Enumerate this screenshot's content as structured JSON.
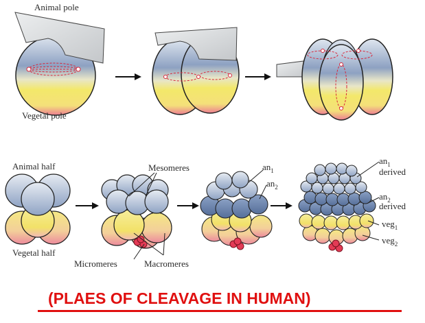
{
  "labels": {
    "animal_pole": "Animal pole",
    "vegetal_pole": "Vegetal pole",
    "animal_half": "Animal half",
    "vegetal_half": "Vegetal half",
    "mesomeres": "Mesomeres",
    "micromeres": "Micromeres",
    "macromeres": "Macromeres",
    "an1": "an",
    "an1_sub": "1",
    "an2": "an",
    "an2_sub": "2",
    "an1_derived": "an",
    "an1_derived_sub": "1",
    "an1_derived_word": "derived",
    "an2_derived": "an",
    "an2_derived_sub": "2",
    "an2_derived_word": "derived",
    "veg1": "veg",
    "veg1_sub": "1",
    "veg2": "veg",
    "veg2_sub": "2"
  },
  "caption": "(PLAES OF CLEAVAGE IN HUMAN)",
  "colors": {
    "animal": "#7f95b8",
    "vegetal": "#f1e56c",
    "vegetal_pole": "#e8738a",
    "spindle": "#d9263a",
    "plane": "#d4d6d8",
    "caption": "#e01010"
  }
}
